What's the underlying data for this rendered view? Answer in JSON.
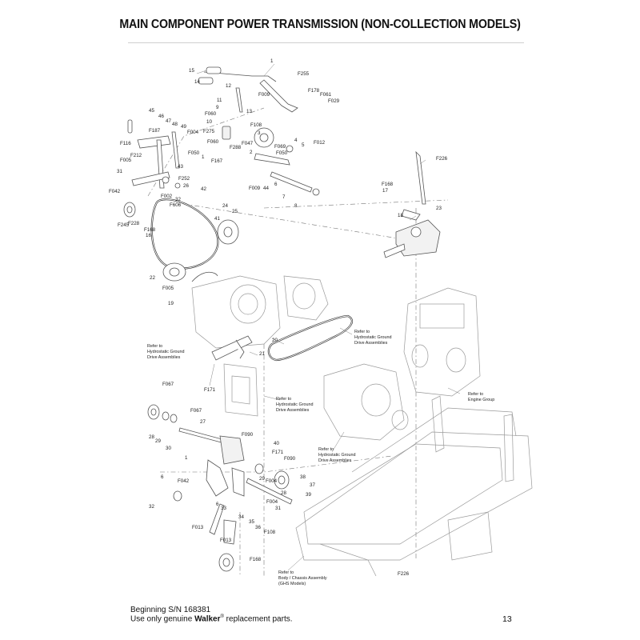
{
  "title": "MAIN COMPONENT POWER TRANSMISSION (NON-COLLECTION MODELS)",
  "footer": {
    "serial": "Beginning S/N 168381",
    "notice_prefix": "Use only genuine ",
    "brand": "Walker",
    "registered": "®",
    "notice_suffix": " replacement parts.",
    "page_number": "13"
  },
  "references": [
    {
      "id": "hydro1",
      "lines": [
        "Refer to",
        "Hydrostatic Ground",
        "Drive Assemblies"
      ]
    },
    {
      "id": "hydro2",
      "lines": [
        "Refer to",
        "Hydrostatic Ground",
        "Drive Assemblies"
      ]
    },
    {
      "id": "hydro3",
      "lines": [
        "Refer to",
        "Hydrostatic Ground",
        "Drive Assemblies"
      ]
    },
    {
      "id": "hydro4",
      "lines": [
        "Refer to",
        "Hydrostatic Ground",
        "Drive Assemblies"
      ]
    },
    {
      "id": "engine",
      "lines": [
        "Refer to",
        "Engine Group"
      ]
    },
    {
      "id": "body",
      "lines": [
        "Refer to",
        "Body / Chassis Assembly",
        "(GHS Models)"
      ]
    }
  ],
  "callouts": [
    "1",
    "F255",
    "15",
    "14",
    "12",
    "F178",
    "F061",
    "F029",
    "F009",
    "11",
    "9",
    "13",
    "F060",
    "10",
    "F108",
    "F275",
    "3",
    "F069",
    "4",
    "5",
    "F012",
    "F050",
    "F047",
    "2",
    "F288",
    "F167",
    "F060",
    "F009",
    "6",
    "7",
    "8",
    "1",
    "44",
    "45",
    "46",
    "47",
    "48",
    "49",
    "F004",
    "F187",
    "F116",
    "F212",
    "F005",
    "F050",
    "43",
    "31",
    "F252",
    "F042",
    "26",
    "42",
    "32",
    "F002",
    "F606",
    "24",
    "25",
    "41",
    "F245",
    "F228",
    "F168",
    "16",
    "F226",
    "F168",
    "17",
    "18",
    "23",
    "22",
    "F005",
    "19",
    "20",
    "21",
    "F171",
    "F067",
    "F067",
    "27",
    "28",
    "29",
    "30",
    "1",
    "F090",
    "40",
    "F171",
    "F090",
    "38",
    "37",
    "39",
    "28",
    "29",
    "F004",
    "F004",
    "31",
    "6",
    "F042",
    "32",
    "6",
    "33",
    "34",
    "35",
    "36",
    "F108",
    "F013",
    "F013",
    "F168",
    "F226"
  ]
}
